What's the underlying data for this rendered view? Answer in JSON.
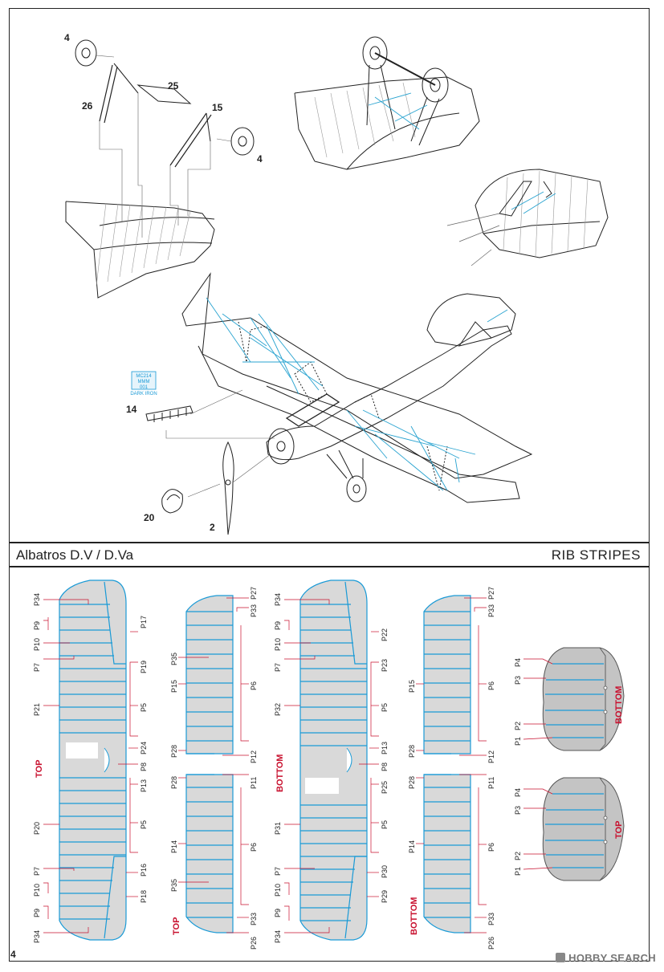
{
  "header": {
    "model_title": "Albatros D.V / D.Va",
    "section_title": "RIB STRIPES",
    "page_number": "4"
  },
  "watermark": {
    "text": "HOBBY SEARCH"
  },
  "assembly": {
    "part_callouts": [
      "4",
      "25",
      "26",
      "15",
      "4",
      "14",
      "20",
      "2"
    ],
    "paint_codes": [
      "MC214",
      "MMM",
      "001"
    ],
    "paint_name": "DARK IRON"
  },
  "rib_sets": {
    "upper_wing_top": {
      "side": "TOP",
      "left_labels": [
        "P34",
        "P9",
        "P10",
        "P7",
        "P21",
        "P20",
        "P7",
        "P10",
        "P9",
        "P34"
      ],
      "right_labels": [
        "P17",
        "P19",
        "P5",
        "P24",
        "P8",
        "P13",
        "P5",
        "P16",
        "P18"
      ]
    },
    "lower_wing_top": {
      "side": "TOP",
      "left_labels": [
        "P35",
        "P15",
        "P28",
        "P28",
        "P14",
        "P35"
      ],
      "right_labels": [
        "P27",
        "P33",
        "P6",
        "P12",
        "P11",
        "P6",
        "P33",
        "P26"
      ]
    },
    "upper_wing_bottom": {
      "side": "BOTTOM",
      "left_labels": [
        "P34",
        "P9",
        "P10",
        "P7",
        "P32",
        "P31",
        "P7",
        "P10",
        "P9",
        "P34"
      ],
      "right_labels": [
        "P22",
        "P23",
        "P5",
        "P13",
        "P8",
        "P25",
        "P5",
        "P30",
        "P29"
      ]
    },
    "lower_wing_bottom": {
      "side": "BOTTOM",
      "left_labels": [
        "P15",
        "P28",
        "P28",
        "P14"
      ],
      "right_labels": [
        "P27",
        "P33",
        "P6",
        "P12",
        "P11",
        "P6",
        "P33",
        "P26"
      ]
    },
    "stabilizer_bottom": {
      "side": "BOTTOM",
      "left_labels": [
        "P4",
        "P3",
        "P2",
        "P1"
      ]
    },
    "stabilizer_top": {
      "side": "TOP",
      "left_labels": [
        "P4",
        "P3",
        "P2",
        "P1"
      ]
    }
  }
}
